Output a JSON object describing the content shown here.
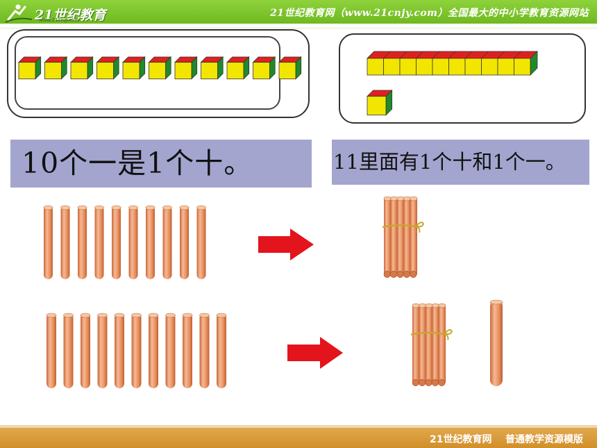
{
  "header": {
    "logo_text": "21世纪教育",
    "logo_subtext": "www.21cnjy.com",
    "site_title": "21世纪教育网（www.21cnjy.com）全国最大的中小学教育资源网站"
  },
  "cubes_panel": {
    "single_cubes_count": 11,
    "rod_units": 10,
    "loose_cube_count": 1
  },
  "statements": {
    "left": "10个一是1个十。",
    "right": "11里面有1个十和1个一。"
  },
  "sticks_rows": [
    {
      "loose_sticks": 10,
      "bundle_count": 1,
      "extra_sticks": 0
    },
    {
      "loose_sticks": 11,
      "bundle_count": 1,
      "extra_sticks": 1
    }
  ],
  "footer": {
    "text": "21世纪教育网    普通教学资源模版"
  },
  "colors": {
    "header_green": "#7cc52c",
    "footer_orange": "#d9992f",
    "banner_lavender": "#a3a5cf",
    "cube_top": "#e02020",
    "cube_front": "#f2e600",
    "cube_side": "#1f8a2a",
    "stick": "#e89a66",
    "arrow": "#e3141c"
  }
}
